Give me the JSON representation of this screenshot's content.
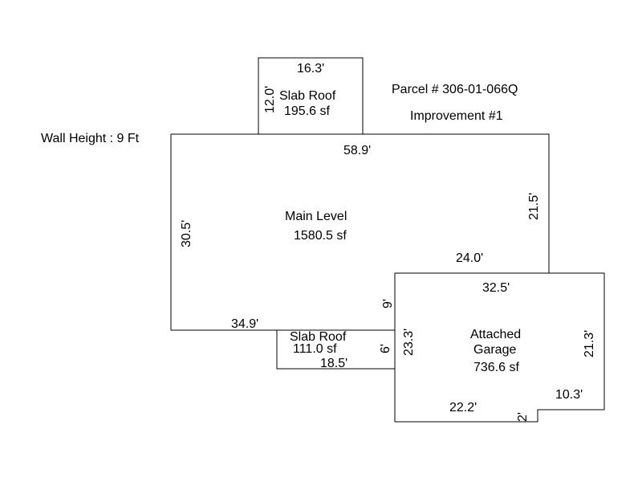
{
  "header": {
    "parcel": "Parcel # 306-01-066Q",
    "improvement": "Improvement #1",
    "wall_height": "Wall Height : 9 Ft"
  },
  "slab_roof_top": {
    "label": "Slab Roof",
    "area": "195.6 sf",
    "dim_width": "16.3'",
    "dim_height": "12.0'"
  },
  "main_level": {
    "label": "Main Level",
    "area": "1580.5 sf",
    "dim_top": "58.9'",
    "dim_left": "30.5'",
    "dim_right": "21.5'",
    "dim_bottom": "34.9'",
    "dim_step": "24.0'"
  },
  "slab_roof_bottom": {
    "label": "Slab Roof",
    "area": "111.0 sf",
    "dim_width": "18.5'",
    "dim_height": "6'"
  },
  "garage": {
    "label_line1": "Attached",
    "label_line2": "Garage",
    "area": "736.6 sf",
    "dim_top": "32.5'",
    "dim_left": "23.3'",
    "dim_right": "21.3'",
    "dim_bottom": "22.2'",
    "dim_bottom_right": "10.3'",
    "dim_notch": "2'",
    "dim_offset": "9'"
  },
  "colors": {
    "line": "#000000",
    "background": "#ffffff"
  }
}
